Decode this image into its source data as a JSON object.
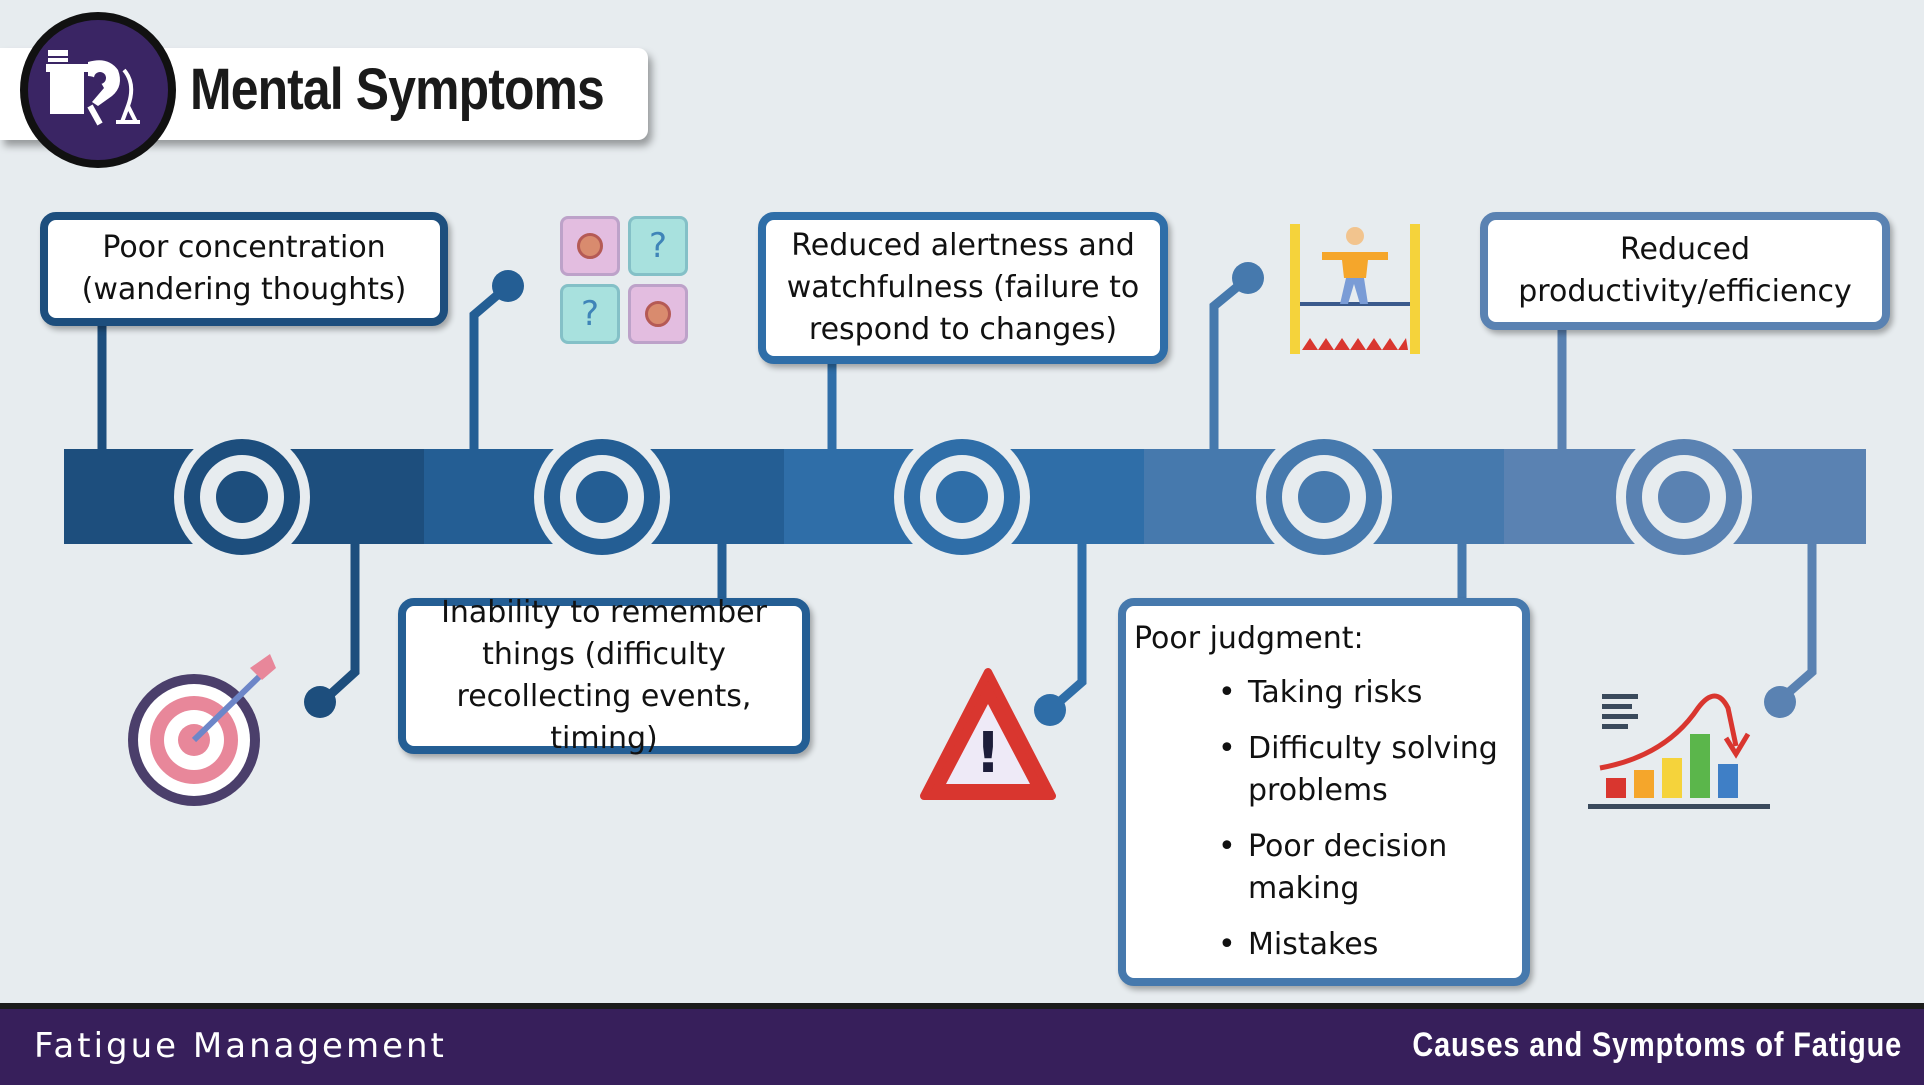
{
  "title": "Mental Symptoms",
  "footer": {
    "left": "Fatigue Management",
    "right": "Causes and Symptoms of Fatigue"
  },
  "colors": {
    "segments": [
      "#1d4e7d",
      "#245e94",
      "#2f6ea8",
      "#4679ad",
      "#5a82b2"
    ],
    "footer": "#371f5b",
    "background": "#e7ecef"
  },
  "symptoms": {
    "s1": [
      "Poor concentration",
      "(wandering thoughts)"
    ],
    "s2": [
      "Inability to remember",
      "things (difficulty",
      "recollecting events, timing)"
    ],
    "s3": [
      "Reduced alertness and",
      "watchfulness (failure to",
      "respond to changes)"
    ],
    "s4": {
      "title": "Poor judgment:",
      "items": [
        [
          "Taking risks"
        ],
        [
          "Difficulty solving",
          "problems"
        ],
        [
          "Poor decision",
          "making"
        ],
        [
          "Mistakes"
        ]
      ]
    },
    "s5": [
      "Reduced",
      "productivity/efficiency"
    ]
  },
  "icons": {
    "logo": "worker-at-desk-icon",
    "s1": "target-arrow-icon",
    "s2": "memory-cards-icon",
    "s3": "warning-triangle-icon",
    "s4": "tightrope-walker-icon",
    "s5": "declining-bar-chart-icon"
  },
  "memory_cards": [
    "",
    "?",
    "?",
    ""
  ],
  "warning_mark": "!"
}
